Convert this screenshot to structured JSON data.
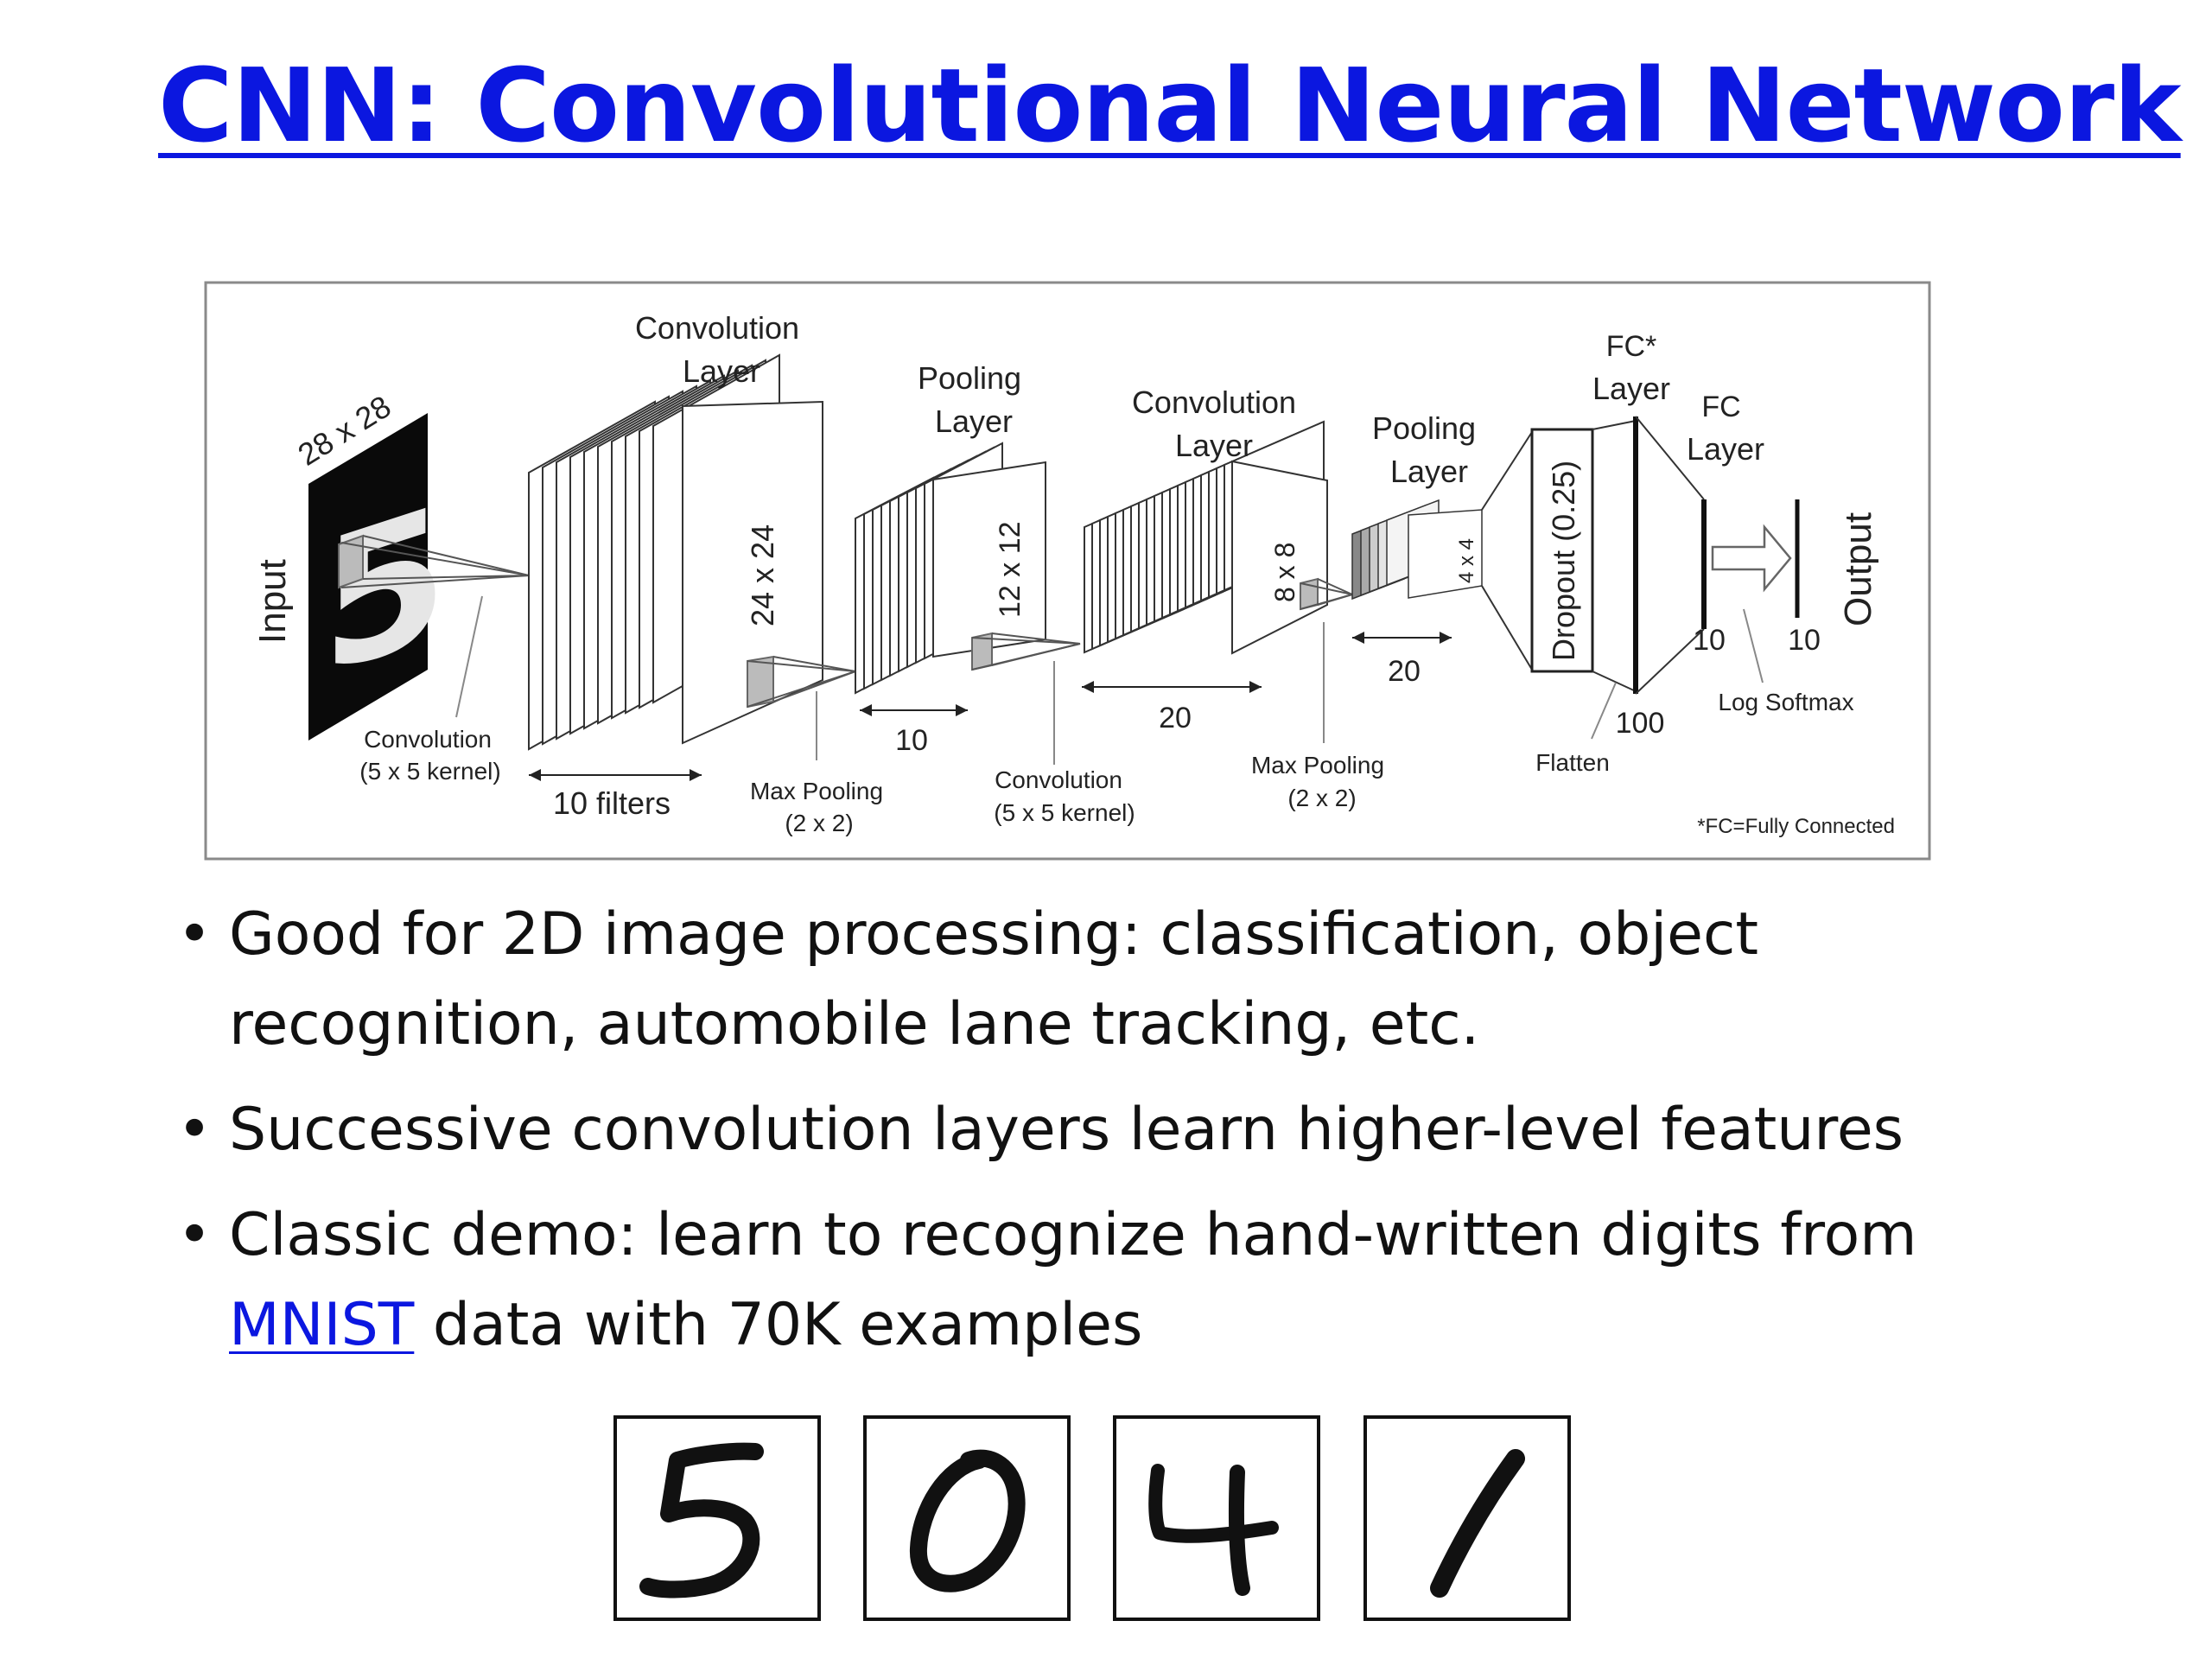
{
  "slide": {
    "title": "CNN: Convolutional Neural Network"
  },
  "diagram": {
    "input_label": "Input",
    "input_size": "28 x 28",
    "input_digit": "5",
    "conv1_title_1": "Convolution",
    "conv1_title_2": "Layer",
    "conv1_size": "24 x 24",
    "conv1_filters": "10 filters",
    "conv1_note_1": "Convolution",
    "conv1_note_2": "(5 x 5 kernel)",
    "pool1_title_1": "Pooling",
    "pool1_title_2": "Layer",
    "pool1_size": "12 x 12",
    "pool1_depth": "10",
    "pool1_note_1": "Max Pooling",
    "pool1_note_2": "(2 x 2)",
    "conv2_title_1": "Convolution",
    "conv2_title_2": "Layer",
    "conv2_size": "8 x 8",
    "conv2_depth": "20",
    "conv2_note_1": "Convolution",
    "conv2_note_2": "(5 x 5 kernel)",
    "pool2_title_1": "Pooling",
    "pool2_title_2": "Layer",
    "pool2_size": "4 x 4",
    "pool2_depth": "20",
    "pool2_note_1": "Max Pooling",
    "pool2_note_2": "(2 x 2)",
    "dropout_label": "Dropout (0.25)",
    "fc1_title_1": "FC*",
    "fc1_title_2": "Layer",
    "fc1_size": "100",
    "flatten_label": "Flatten",
    "fc2_title_1": "FC",
    "fc2_title_2": "Layer",
    "fc2_size": "10",
    "output_size": "10",
    "output_label": "Output",
    "softmax_label": "Log Softmax",
    "footnote": "*FC=Fully Connected"
  },
  "bullets": {
    "b1_line1": "Good for 2D image processing: classification, object",
    "b1_line2": "recognition, automobile lane tracking, etc.",
    "b2": "Successive convolution layers learn higher-level features",
    "b3_line1": "Classic demo: learn to recognize hand-written digits from",
    "b3_link": "MNIST",
    "b3_rest": " data with 70K examples",
    "marker": "•"
  },
  "digits": {
    "d1": "5",
    "d2": "0",
    "d3": "4",
    "d4": "1"
  }
}
